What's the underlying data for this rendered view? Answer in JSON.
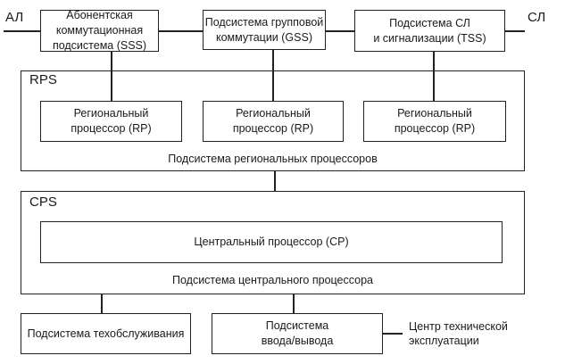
{
  "external": {
    "left_line": "АЛ",
    "right_line": "СЛ",
    "operations_center": "Центр технической\nэксплуатации"
  },
  "top_subsystems": [
    {
      "id": "SSS",
      "label": "Абонентская\nкоммутационная\nподсистема (SSS)"
    },
    {
      "id": "GSS",
      "label": "Подсистема групповой\nкоммутации (GSS)"
    },
    {
      "id": "TSS",
      "label": "Подсистема СЛ\nи сигнализации (TSS)"
    }
  ],
  "rps": {
    "tag": "RPS",
    "caption": "Подсистема региональных процессоров",
    "processors": [
      {
        "label": "Региональный\nпроцессор (RP)"
      },
      {
        "label": "Региональный\nпроцессор (RP)"
      },
      {
        "label": "Региональный\nпроцессор (RP)"
      }
    ]
  },
  "cps": {
    "tag": "CPS",
    "caption": "Подсистема центрального процессора",
    "processor": "Центральный процессор (CP)"
  },
  "bottom_subsystems": [
    {
      "label": "Подсистема техобслуживания"
    },
    {
      "label": "Подсистема\nввода/вывода"
    }
  ]
}
